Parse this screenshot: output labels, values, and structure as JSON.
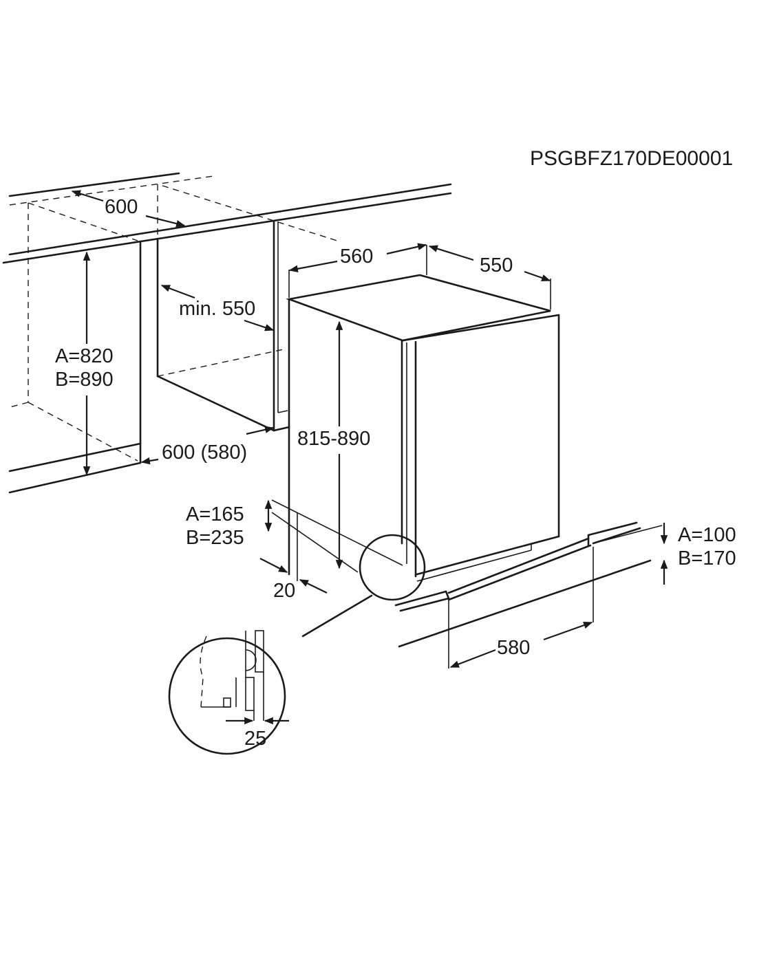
{
  "drawing_code": "PSGBFZ170DE00001",
  "dimensions": {
    "cabinet_width": "600",
    "cabinet_height_a": "A=820",
    "cabinet_height_b": "B=890",
    "niche_depth": "min. 550",
    "worktop_depth": "600 (580)",
    "appliance_width": "560",
    "appliance_depth": "550",
    "appliance_height": "815-890",
    "plinth_height_a": "A=165",
    "plinth_height_b": "B=235",
    "plinth_recess": "20",
    "plinth_board_a": "A=100",
    "plinth_board_b": "B=170",
    "plinth_width": "580",
    "door_gap": "25"
  }
}
